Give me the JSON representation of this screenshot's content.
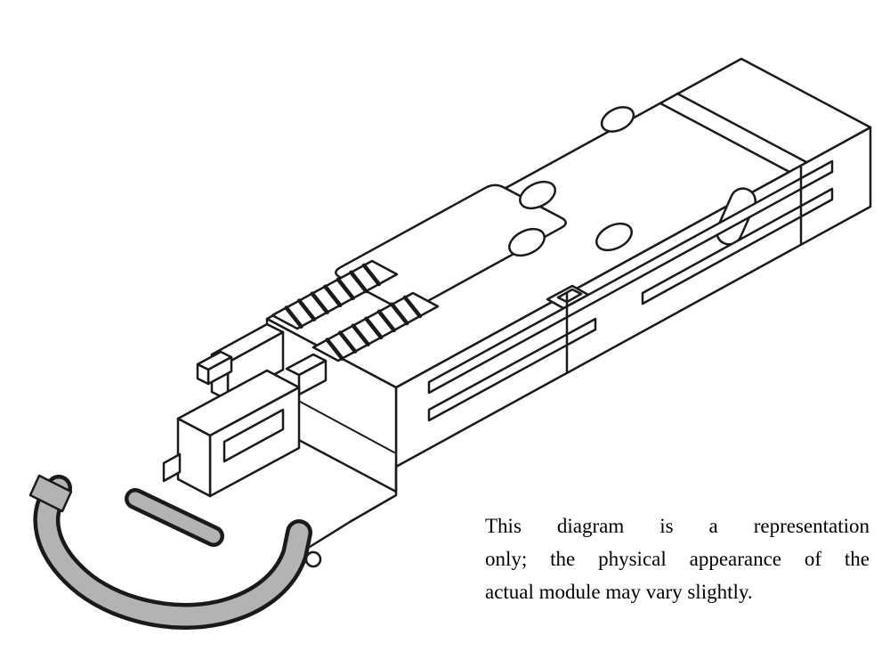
{
  "colors": {
    "line": "#1a1a1a",
    "latch": "#b3b3b3",
    "background": "#ffffff"
  },
  "diagram": {
    "label": "SFP transceiver module line drawing"
  },
  "caption": {
    "lines": [
      "This diagram is a representation",
      "only; the physical appearance of the",
      "actual module may vary slightly."
    ]
  }
}
